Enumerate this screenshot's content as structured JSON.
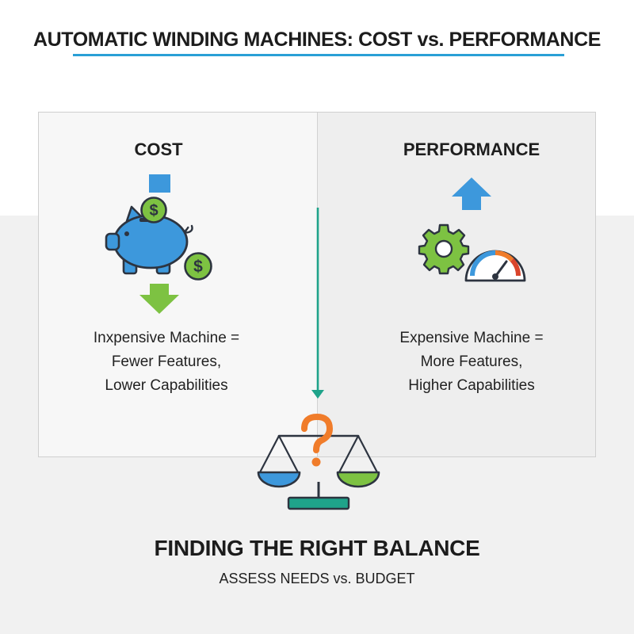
{
  "title": "AUTOMATIC WINDING MACHINES: COST vs. PERFORMANCE",
  "cost": {
    "heading": "COST",
    "lines": [
      "Inxpensive Machine =",
      "Fewer Features,",
      "Lower Capabilities"
    ],
    "icons": [
      "blue-square-icon",
      "coin-icon",
      "piggy-bank-icon",
      "down-arrow-icon"
    ]
  },
  "performance": {
    "heading": "PERFORMANCE",
    "lines": [
      "Expensive Machine =",
      "More Features,",
      "Higher Capabilities"
    ],
    "icons": [
      "up-arrow-icon",
      "gear-icon",
      "speedometer-icon"
    ]
  },
  "balance": {
    "title": "FINDING THE RIGHT BALANCE",
    "subtitle": "ASSESS NEEDS vs. BUDGET",
    "icons": [
      "scale-icon",
      "question-mark-icon"
    ]
  },
  "colors": {
    "accent_blue": "#2a9fd6",
    "icon_blue": "#3d98dc",
    "green": "#7dc242",
    "teal": "#1fa38a",
    "orange": "#f07c2a",
    "red": "#d9442b",
    "dark": "#2d3440"
  }
}
